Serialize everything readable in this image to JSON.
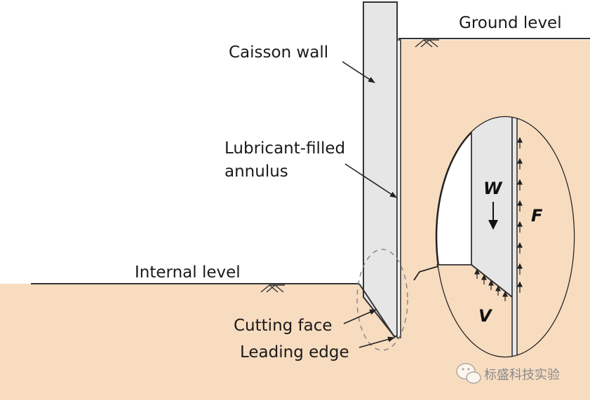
{
  "labels": {
    "ground_level": "Ground level",
    "caisson_wall": "Caisson wall",
    "annulus_line1": "Lubricant-filled",
    "annulus_line2": "annulus",
    "internal_level": "Internal level",
    "cutting_face": "Cutting face",
    "leading_edge": "Leading edge"
  },
  "forces": {
    "weight": "W",
    "friction": "F",
    "base_reaction": "V"
  },
  "watermark": {
    "text": "标盛科技实验",
    "icon": "wechat-icon"
  },
  "colors": {
    "soil": "#f8dcc0",
    "wall": "#e6e6e6",
    "line": "#333333"
  }
}
